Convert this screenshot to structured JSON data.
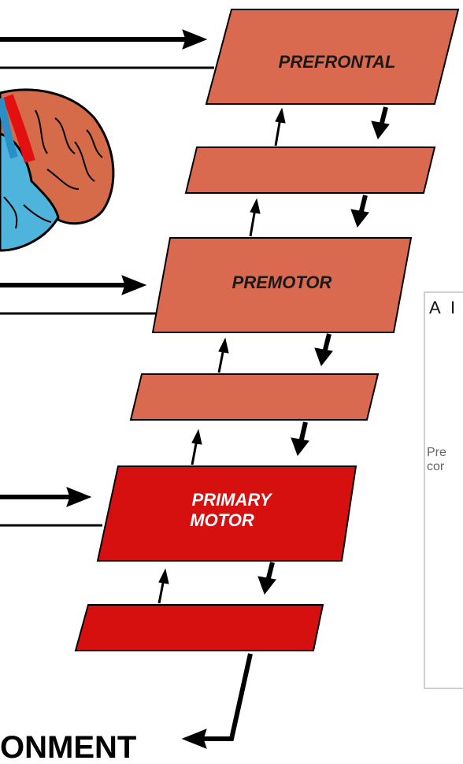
{
  "boxes": {
    "prefrontal": "PREFRONTAL",
    "premotor": "PREMOTOR",
    "primary_line1": "PRIMARY",
    "primary_line2": "MOTOR"
  },
  "environment_label": "ONMENT",
  "inset": {
    "letter_a": "A",
    "letter_b": "I",
    "text": "Pre\ncor"
  },
  "colors": {
    "association_box": "#d9694f",
    "primary_box": "#d60f0f",
    "brain_orange": "#d66b4a",
    "brain_blue": "#4fb4dc",
    "arrow": "#000000"
  }
}
